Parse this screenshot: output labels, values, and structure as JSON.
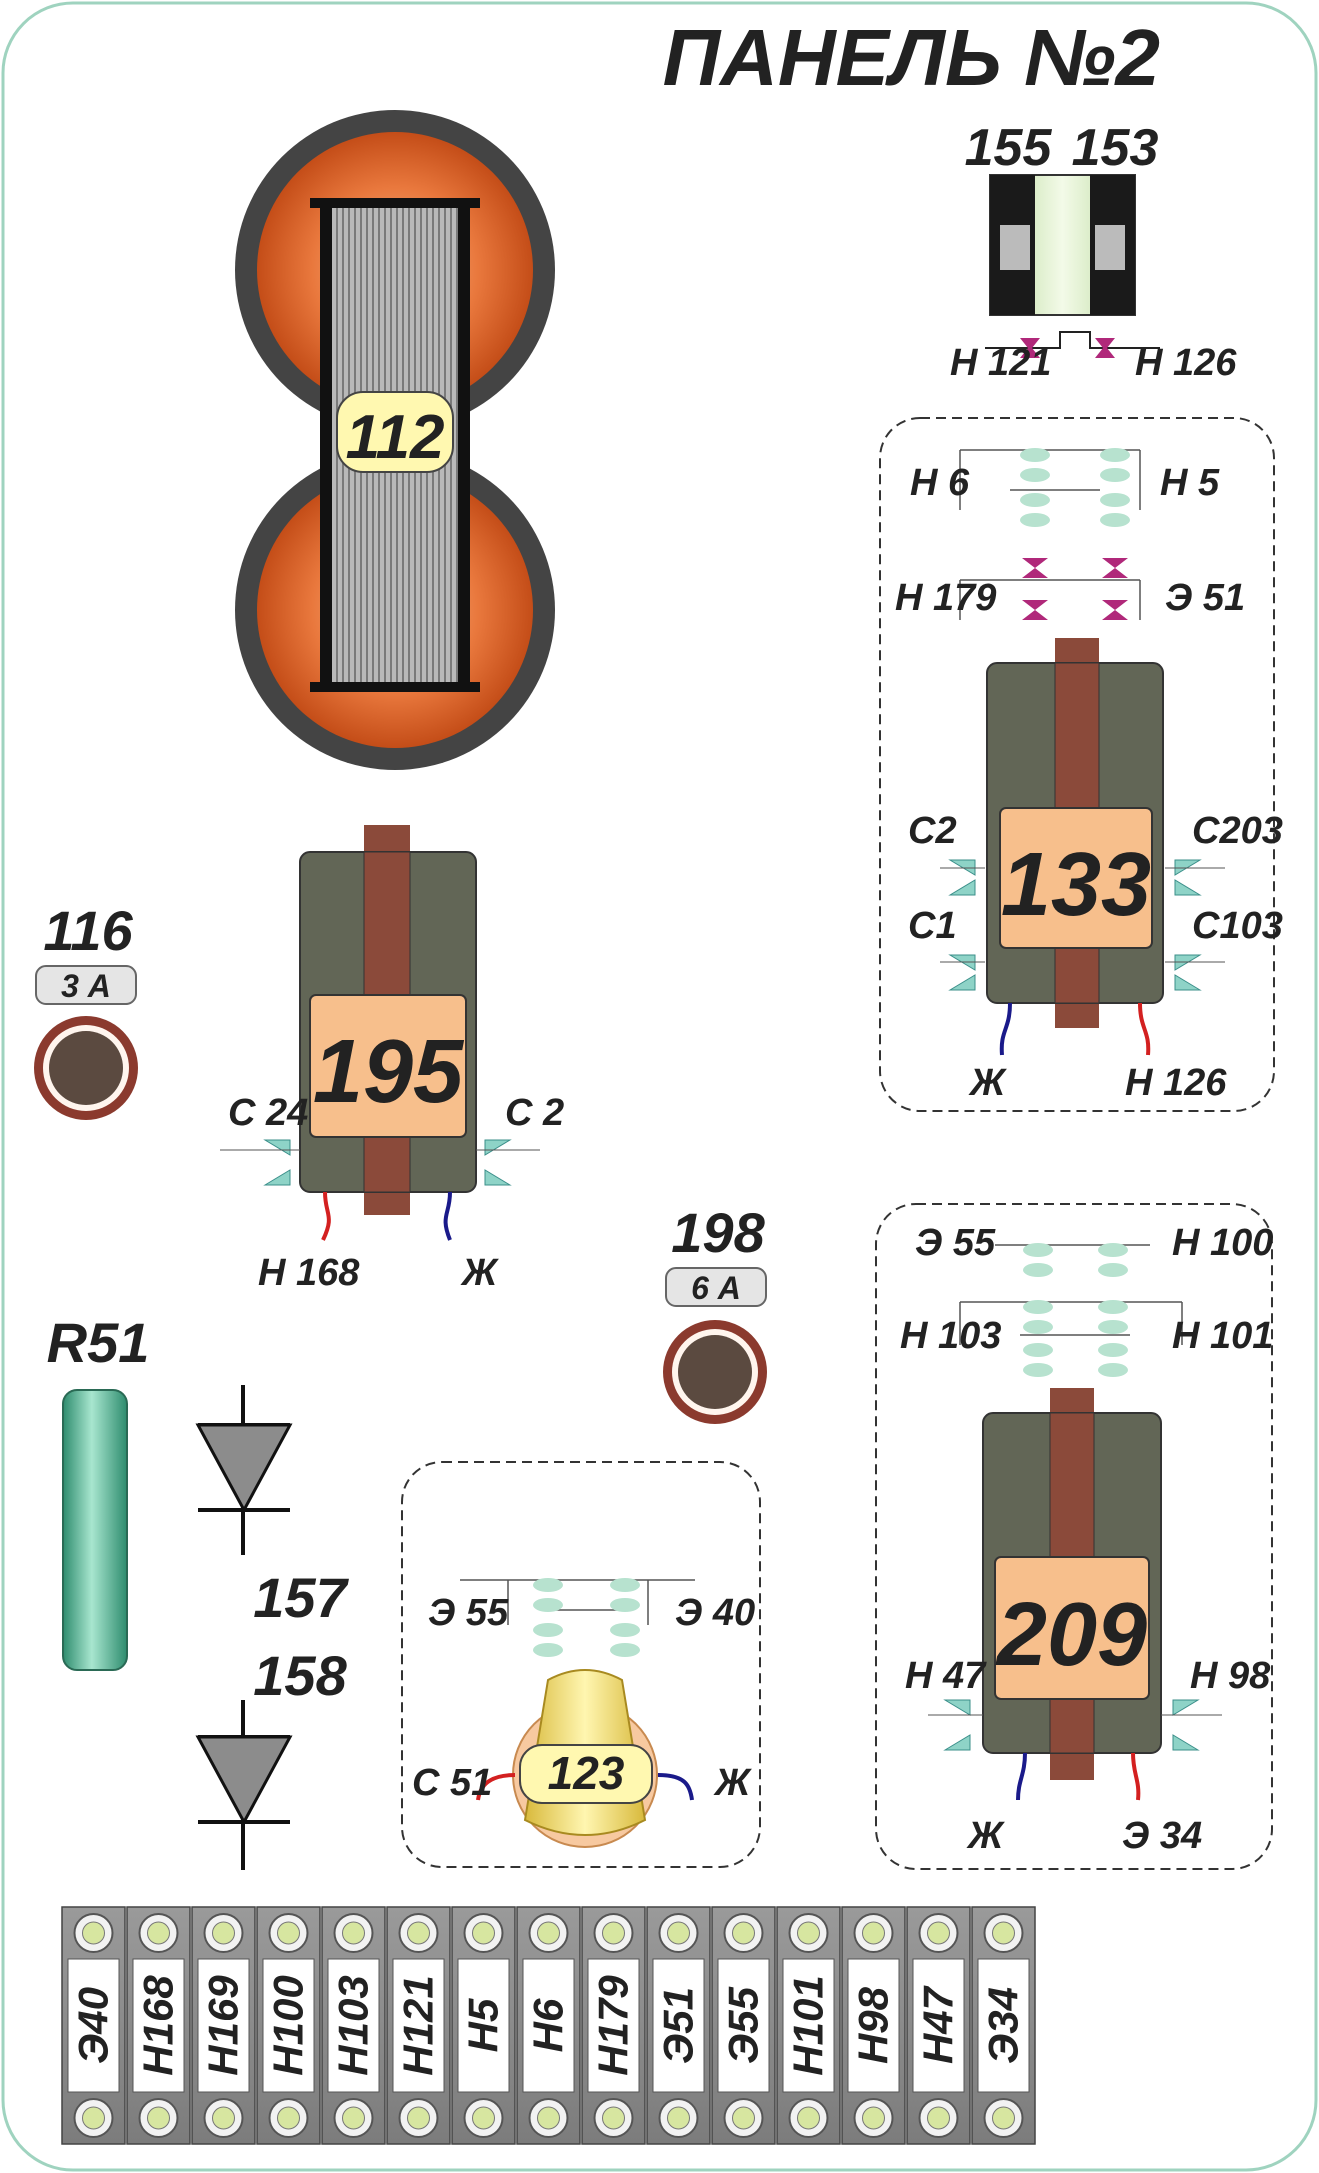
{
  "panel": {
    "title": "ПАНЕЛЬ №2",
    "border_color": "#9fd3bf"
  },
  "components": {
    "choke_112": {
      "label": "112"
    },
    "switch_155_153": {
      "label_left": "155",
      "label_right": "153",
      "wire_left": "Н 121",
      "wire_right": "Н 126"
    },
    "relay_133": {
      "label": "133",
      "top_left": "Н 6",
      "top_right": "Н 5",
      "mid_left": "Н 179",
      "mid_right": "Э 51",
      "side_left_1": "С2",
      "side_left_2": "С1",
      "side_right_1": "С203",
      "side_right_2": "С103",
      "coil_left": "Ж",
      "coil_right": "Н 126"
    },
    "fuse_116": {
      "label": "116",
      "rating": "3 А"
    },
    "relay_195": {
      "label": "195",
      "side_left": "С 24",
      "side_right": "С 2",
      "coil_left": "Н 168",
      "coil_right": "Ж"
    },
    "fuse_198": {
      "label": "198",
      "rating": "6 А"
    },
    "resistor_r51": {
      "label": "R51"
    },
    "diode_157": {
      "label": "157"
    },
    "diode_158": {
      "label": "158"
    },
    "relay_123": {
      "label": "123",
      "top_left": "Э 55",
      "top_right": "Э 40",
      "coil_left": "С 51",
      "coil_right": "Ж"
    },
    "relay_209": {
      "label": "209",
      "top_left": "Э 55",
      "top_right": "Н 100",
      "mid_left": "Н 103",
      "mid_right": "Н 101",
      "side_left": "Н 47",
      "side_right": "Н 98",
      "coil_left": "Ж",
      "coil_right": "Э 34"
    }
  },
  "terminals": [
    "Э40",
    "Н168",
    "Н169",
    "Н100",
    "Н103",
    "Н121",
    "Н5",
    "Н6",
    "Н179",
    "Э51",
    "Э55",
    "Н101",
    "Н98",
    "Н47",
    "Э34"
  ]
}
